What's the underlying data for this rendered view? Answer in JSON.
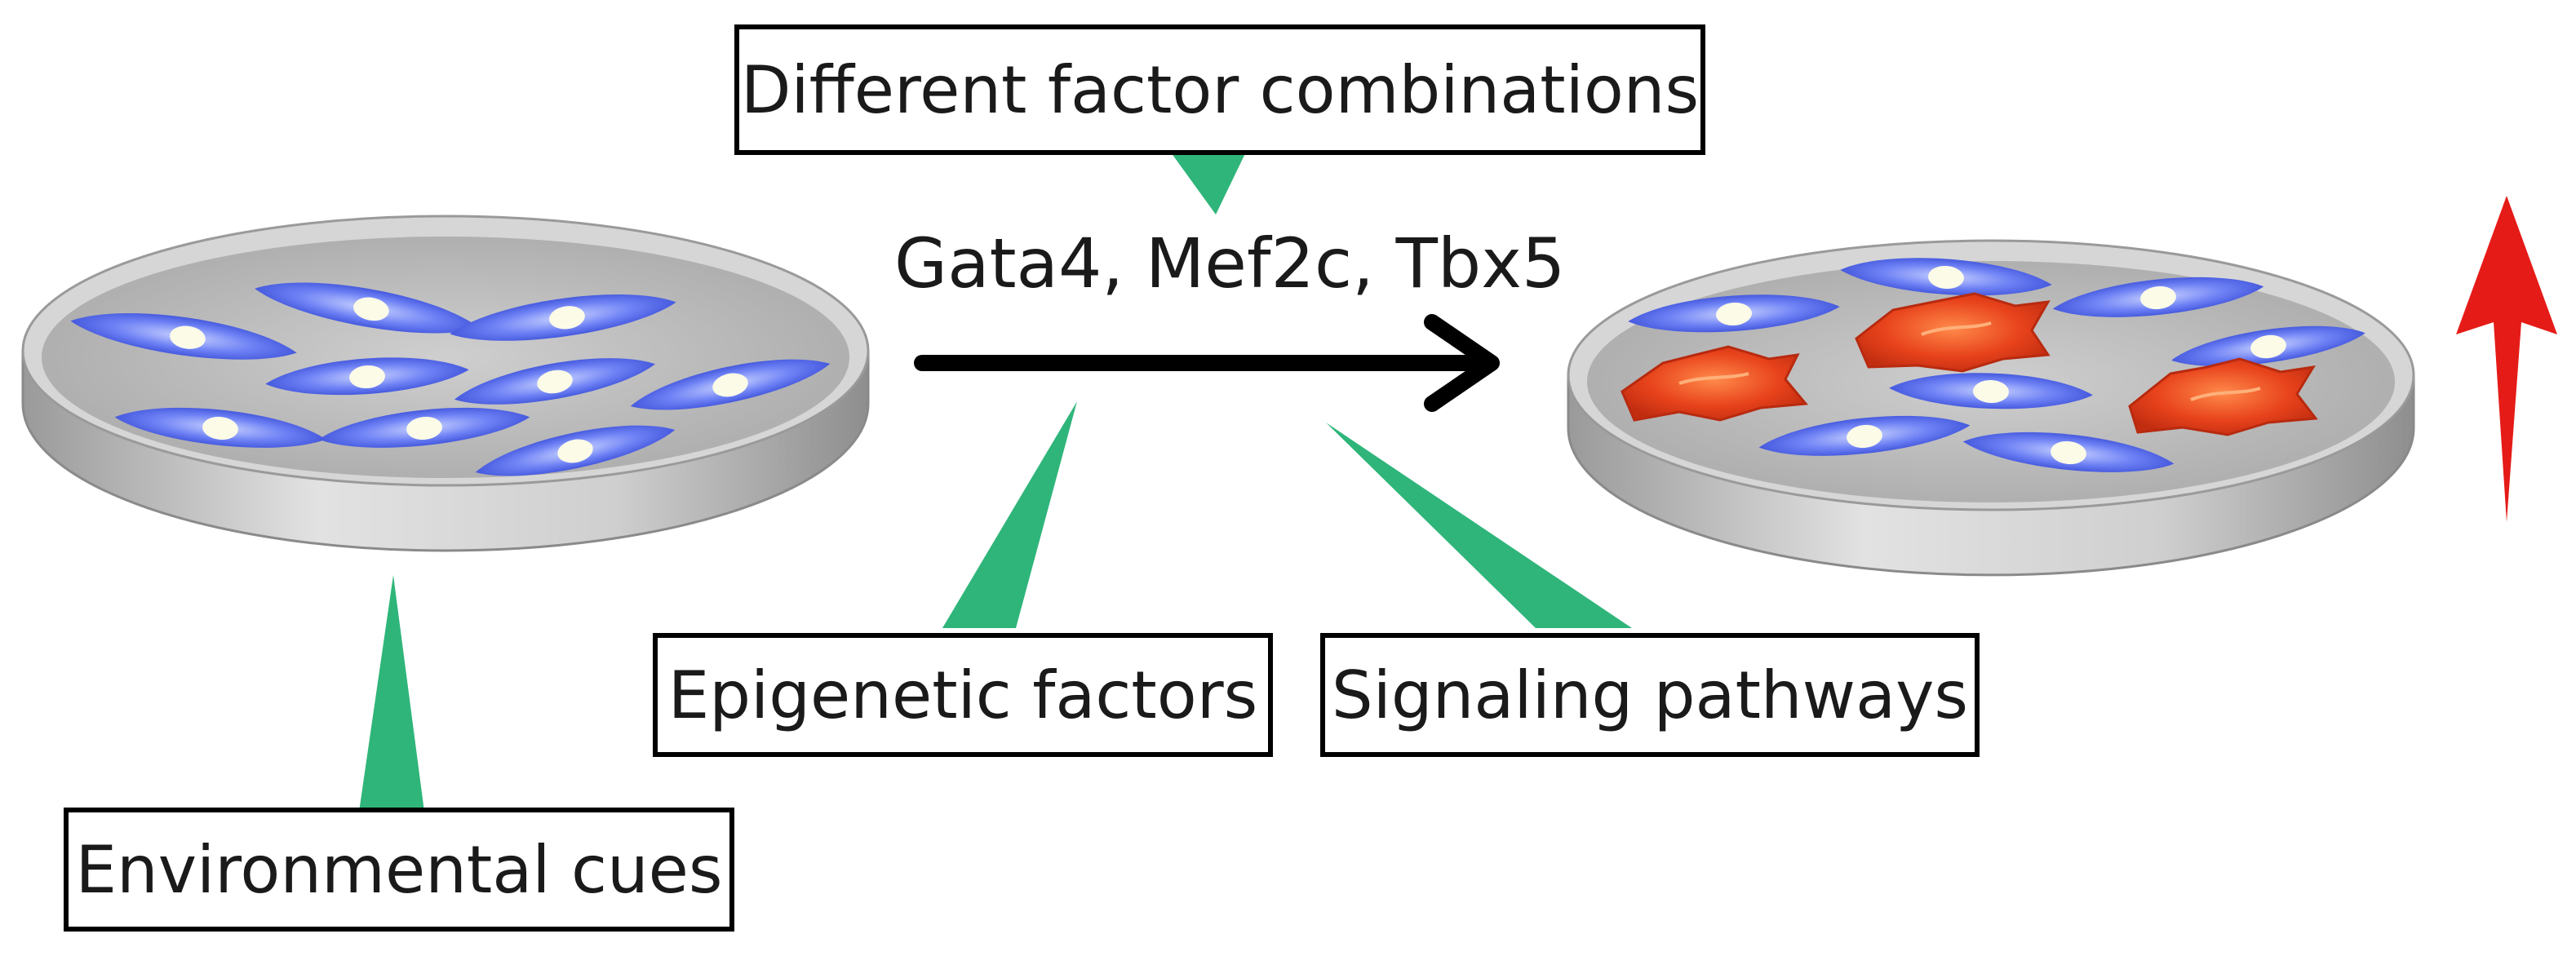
{
  "labels": {
    "factor_combinations": "Different factor combinations",
    "reprogramming_factors": "Gata4, Mef2c, Tbx5",
    "epigenetic": "Epigenetic factors",
    "signaling": "Signaling pathways",
    "environmental": "Environmental cues"
  },
  "colors": {
    "pointer_green": "#2fb57a",
    "fibroblast_blue": "#5a6ff0",
    "cardiomyocyte_red": "#e6401e",
    "up_arrow_red": "#e51b17",
    "dish_gray": "#bdbdbd"
  },
  "icons": {
    "arrow": "right-arrow-icon",
    "up_arrow": "up-arrow-icon"
  }
}
